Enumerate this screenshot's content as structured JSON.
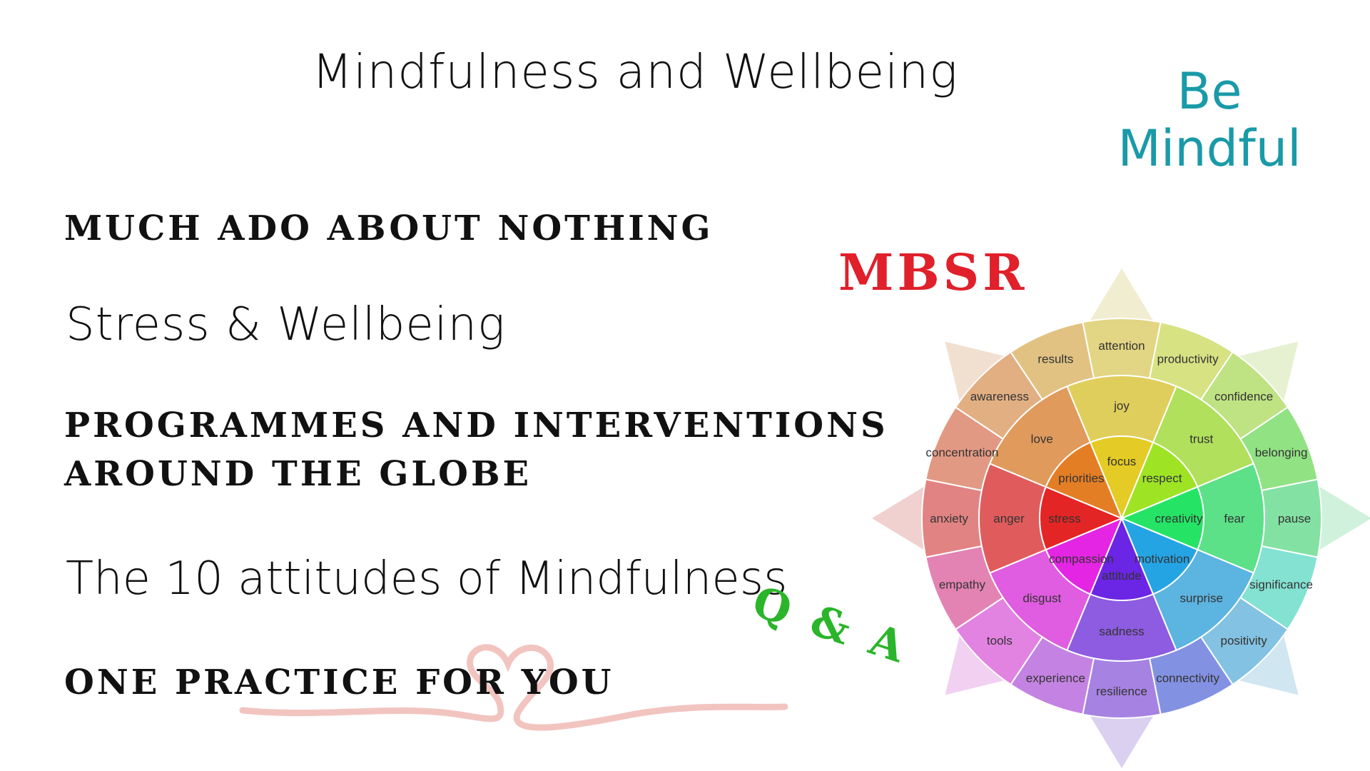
{
  "header": {
    "title": "Mindfulness and Wellbeing",
    "tagline_line1": "Be",
    "tagline_line2": "Mindful"
  },
  "agenda": {
    "item1": "MUCH ADO ABOUT NOTHING",
    "item2": "Stress & Wellbeing",
    "item3_line1": "PROGRAMMES AND INTERVENTIONS",
    "item3_line2": "AROUND THE GLOBE",
    "item4": "The 10 attitudes of Mindfulness",
    "item5": "ONE PRACTICE FOR YOU"
  },
  "labels": {
    "mbsr": "MBSR",
    "qa": "Q & A"
  },
  "colors": {
    "accent": "#1a9aa8",
    "mbsr": "#e0202a",
    "qa": "#2ab52a",
    "heart": "#f2c4c0"
  },
  "wheel": {
    "inner": [
      "focus",
      "respect",
      "creativity",
      "motivation",
      "attitude",
      "compassion",
      "stress",
      "priorities"
    ],
    "middle": [
      "joy",
      "trust",
      "fear",
      "surprise",
      "sadness",
      "disgust",
      "anger",
      "love"
    ],
    "outer": [
      "attention",
      "productivity",
      "confidence",
      "belonging",
      "pause",
      "significance",
      "positivity",
      "connectivity",
      "resilience",
      "experience",
      "tools",
      "empathy",
      "anxiety",
      "concentration",
      "awareness",
      "results"
    ]
  }
}
